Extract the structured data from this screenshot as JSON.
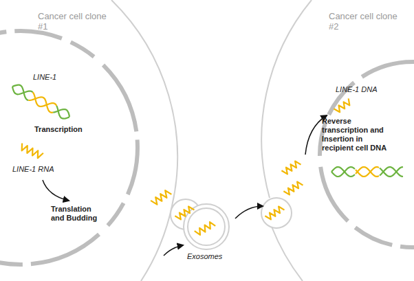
{
  "diagram": {
    "labels": [
      "Cancer cell clone #1",
      "LINE-1",
      "Transcription",
      "LINE-1 RNA",
      "Translation and Budding",
      "Exosomes",
      "Cancer cell clone #2",
      "LINE-1 DNA",
      "Reverse transcription and Insertion in recipient cell DNA"
    ]
  }
}
